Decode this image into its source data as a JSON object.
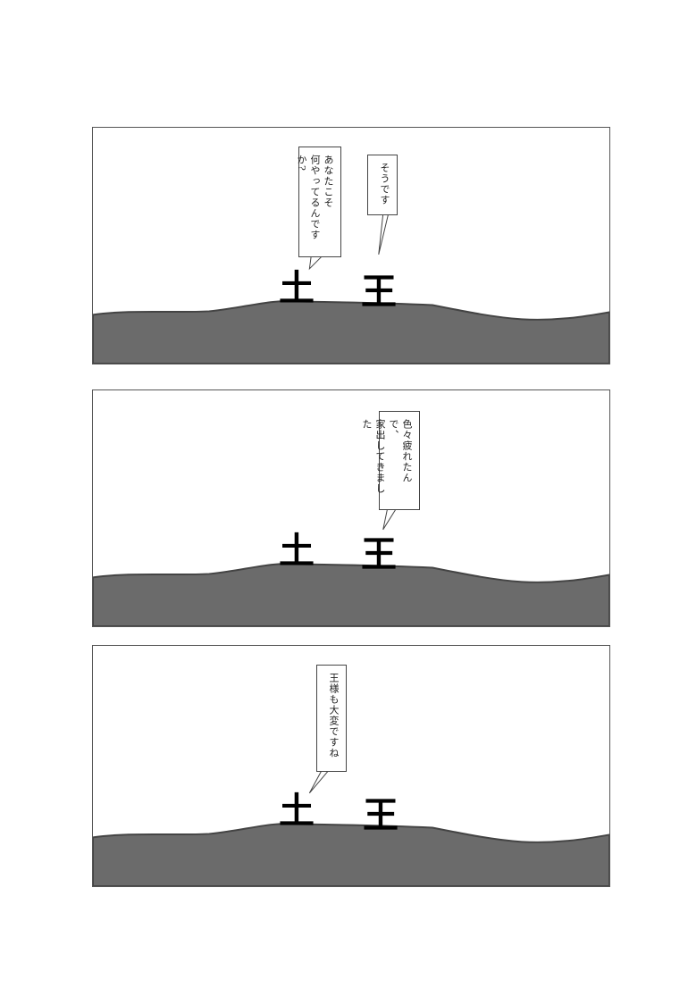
{
  "panels": [
    {
      "characters": {
        "left": "土",
        "right": "王"
      },
      "bubbles": [
        {
          "lines": [
            "あなたこそ",
            "何やってるんですか?"
          ]
        },
        {
          "lines": [
            "そうです"
          ]
        }
      ]
    },
    {
      "characters": {
        "left": "土",
        "right": "王"
      },
      "bubbles": [
        {
          "lines": [
            "色々疲れたんで、",
            "家出してきました"
          ]
        }
      ]
    },
    {
      "characters": {
        "left": "土",
        "right": "王"
      },
      "bubbles": [
        {
          "lines": [
            "王様も大変ですね"
          ]
        }
      ]
    }
  ],
  "colors": {
    "ground": "#6b6b6b",
    "ground_edge": "#444444"
  }
}
